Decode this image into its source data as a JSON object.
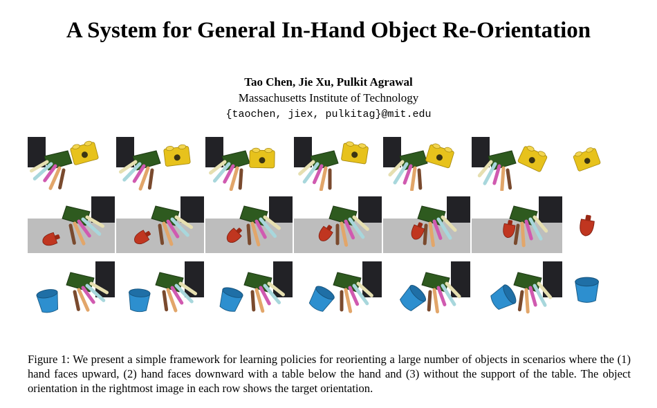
{
  "header": {
    "title": "A System for General In-Hand Object Re-Orientation",
    "authors": "Tao Chen, Jie Xu, Pulkit Agrawal",
    "affiliation": "Massachusetts Institute of Technology",
    "email": "{taochen, jiex, pulkitag}@mit.edu"
  },
  "figure": {
    "caption": "Figure 1: We present a simple framework for learning policies for reorienting a large number of objects in scenarios where the (1) hand faces upward, (2) hand faces downward with a table below the hand and (3) without the support of the table. The object orientation in the rightmost image in each row shows the target orientation.",
    "colors": {
      "hand_palm": "#2e5a1f",
      "robot_base": "#222226",
      "table": "#bdbdbd",
      "lego_object": "#e7c21c",
      "bottle_object": "#c03620",
      "cup_object": "#2d8fcf"
    },
    "rows": [
      {
        "scenario": "hand faces upward",
        "object_icon": "lego-block-icon"
      },
      {
        "scenario": "hand faces downward with table",
        "object_icon": "bottle-icon"
      },
      {
        "scenario": "hand faces downward without table",
        "object_icon": "cup-icon"
      }
    ]
  }
}
